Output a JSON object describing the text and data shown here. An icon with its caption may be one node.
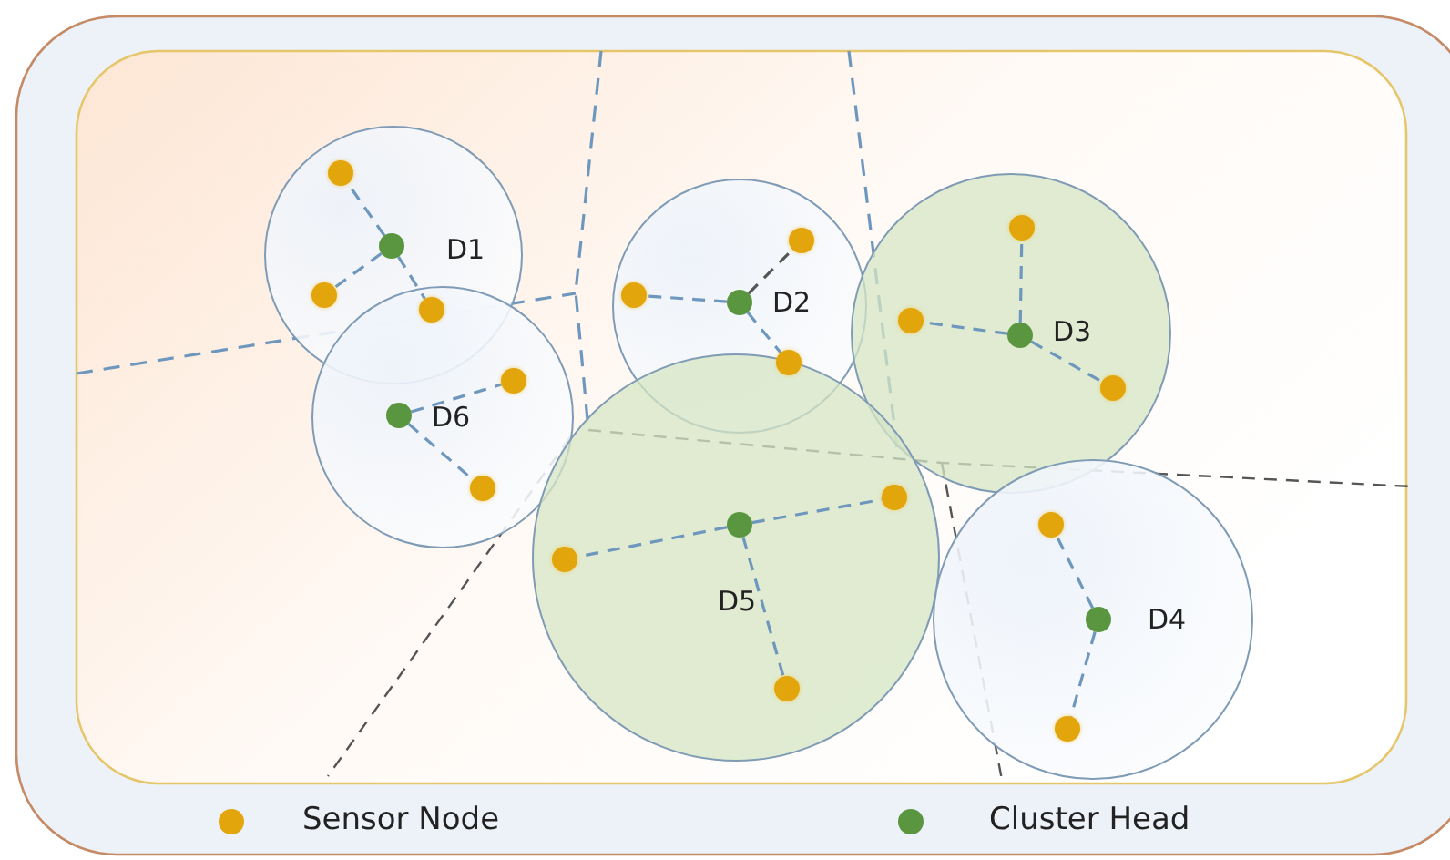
{
  "diagram": {
    "nodes": [
      {
        "text": [
          "D1"
        ]
      },
      {
        "text": [],
        "shape": "circle",
        "in": 0
      },
      {
        "text": [],
        "shape": "circle",
        "in": 0
      },
      {
        "text": [],
        "shape": "circle",
        "in": 0
      },
      {
        "text": [],
        "shape": "circle"
      },
      {
        "text": [
          "D2"
        ]
      },
      {
        "text": [],
        "shape": "circle",
        "in": 5
      },
      {
        "text": [],
        "shape": "circle",
        "in": 5
      },
      {
        "text": [],
        "shape": "circle",
        "in": 5
      },
      {
        "text": [],
        "shape": "circle",
        "in": 5
      },
      {
        "text": [
          "D3"
        ]
      },
      {
        "text": [],
        "shape": "circle",
        "in": 10
      },
      {
        "text": [],
        "shape": "circle",
        "in": 10
      },
      {
        "text": [],
        "shape": "circle",
        "in": 10
      },
      {
        "text": [],
        "shape": "circle",
        "in": 10
      },
      {
        "text": [
          "D6"
        ]
      },
      {
        "text": [],
        "shape": "circle",
        "in": 15
      },
      {
        "text": [],
        "shape": "circle",
        "in": 15
      },
      {
        "text": [],
        "shape": "circle",
        "in": 15
      },
      {
        "text": [
          "D5"
        ]
      },
      {
        "text": [],
        "shape": "circle",
        "in": 19
      },
      {
        "text": [],
        "shape": "circle",
        "in": 19
      },
      {
        "text": [],
        "shape": "circle",
        "in": 19
      },
      {
        "text": [],
        "shape": "circle",
        "in": 19
      },
      {
        "text": [
          "D4"
        ]
      },
      {
        "text": [],
        "shape": "circle",
        "in": 24
      },
      {
        "text": [],
        "shape": "circle",
        "in": 24
      },
      {
        "text": [],
        "shape": "circle",
        "in": 24
      }
    ],
    "edges": [
      {
        "from": 1,
        "to": 2,
        "arrow": "none",
        "style": "dashed"
      },
      {
        "from": 1,
        "to": 3,
        "arrow": "none",
        "style": "dashed"
      },
      {
        "from": 1,
        "to": 4,
        "arrow": "none",
        "style": "dashed"
      },
      {
        "from": 6,
        "to": 7,
        "arrow": "none",
        "style": "dashed",
        "color": "#555555"
      },
      {
        "from": 6,
        "to": 8,
        "arrow": "none",
        "style": "dashed"
      },
      {
        "from": 6,
        "to": 9,
        "arrow": "none",
        "style": "dashed"
      },
      {
        "from": 11,
        "to": 12,
        "arrow": "none",
        "style": "dashed"
      },
      {
        "from": 11,
        "to": 13,
        "arrow": "none",
        "style": "dashed"
      },
      {
        "from": 11,
        "to": 14,
        "arrow": "none",
        "style": "dashed"
      },
      {
        "from": 16,
        "to": 17,
        "arrow": "none",
        "style": "dashed"
      },
      {
        "from": 16,
        "to": 18,
        "arrow": "none",
        "style": "dashed"
      },
      {
        "from": 20,
        "to": 21,
        "arrow": "none",
        "style": "dashed"
      },
      {
        "from": 20,
        "to": 22,
        "arrow": "none",
        "style": "dashed"
      },
      {
        "from": 20,
        "to": 23,
        "arrow": "none",
        "style": "dashed"
      },
      {
        "from": 25,
        "to": 26,
        "arrow": "none",
        "style": "dashed"
      },
      {
        "from": 25,
        "to": 27,
        "arrow": "none",
        "style": "dashed"
      }
    ],
    "legend": [
      {
        "text": "Sensor Node",
        "color": "#e3a50c"
      },
      {
        "text": "Cluster Head",
        "color": "#5a9640"
      }
    ]
  }
}
